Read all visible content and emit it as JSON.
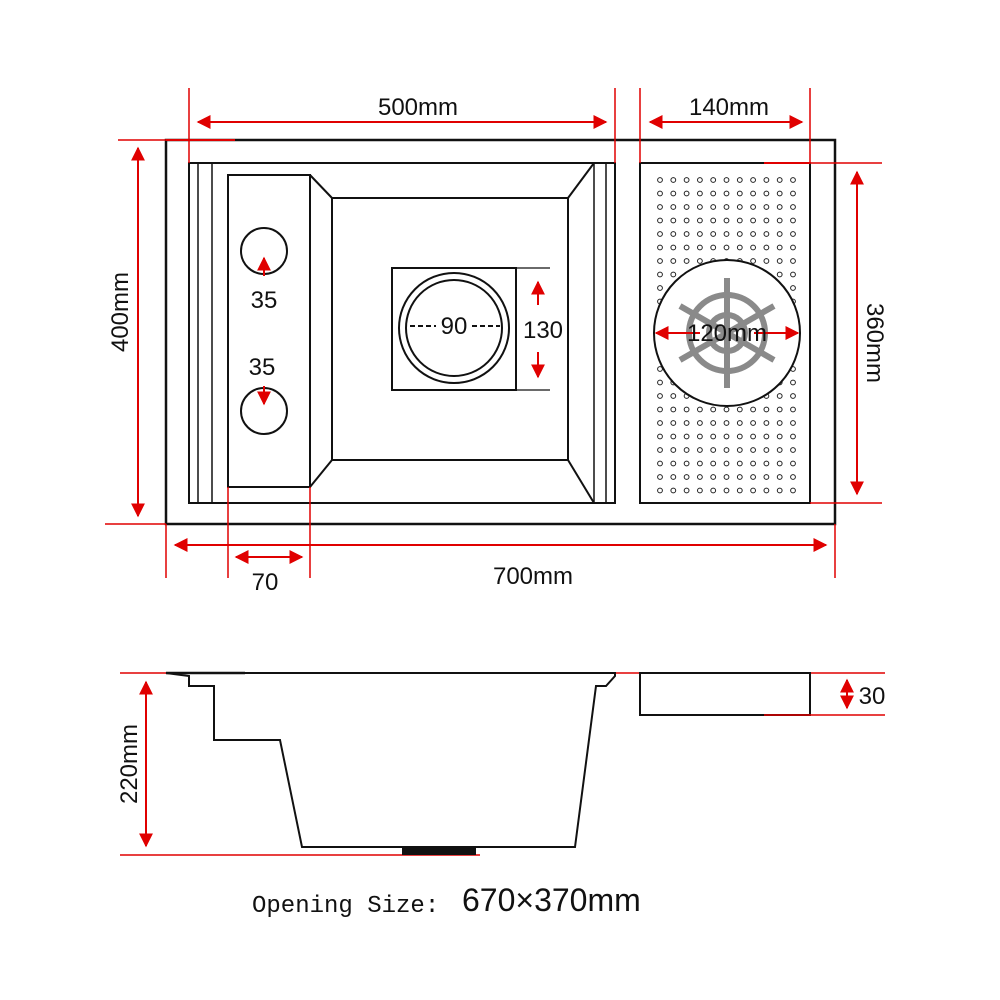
{
  "top_view": {
    "top_width": "500mm",
    "drainer_width": "140mm",
    "height": "400mm",
    "drainer_height": "360mm",
    "hole_top": "35",
    "hole_bottom": "35",
    "drain_diameter": "90",
    "drain_box": "130",
    "rinser_diameter": "120mm",
    "shelf_width": "70",
    "total_width": "700mm"
  },
  "side_view": {
    "depth": "220mm",
    "drainer_thickness": "30"
  },
  "caption": {
    "label": "Opening Size:",
    "value": "670×370mm"
  },
  "colors": {
    "dimension": "#e00000",
    "outline": "#111111",
    "rinser": "#8a8a8a"
  }
}
